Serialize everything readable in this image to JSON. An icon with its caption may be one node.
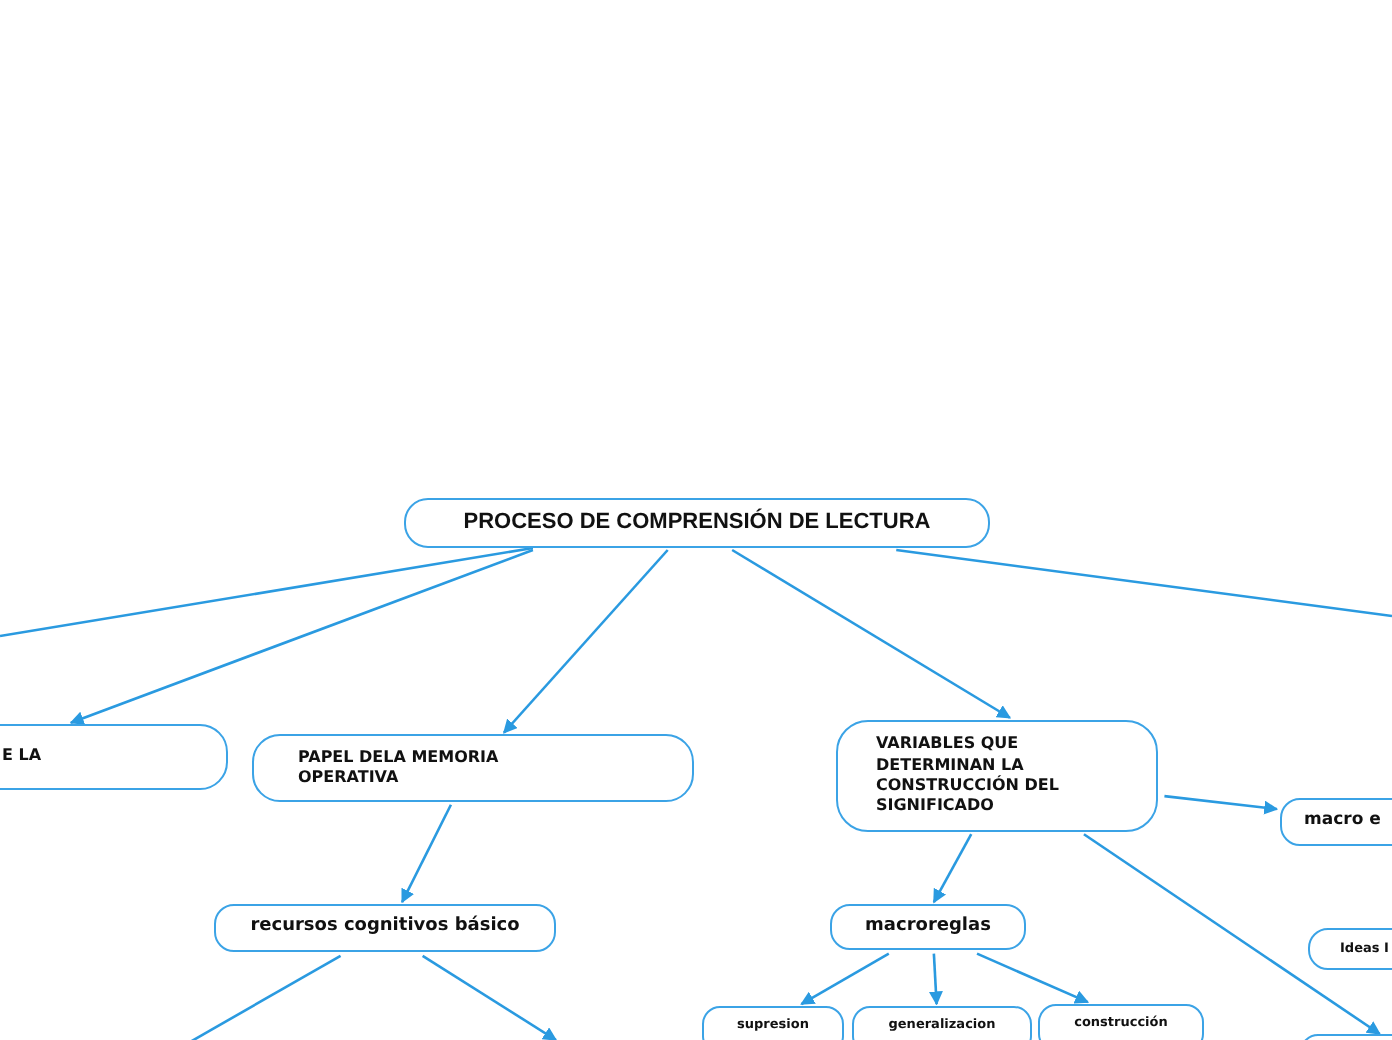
{
  "diagram": {
    "nodes": [
      {
        "text": [
          "PROCESO DE COMPRENSIÓN DE LECTURA"
        ]
      },
      {
        "text": [
          "E LA"
        ]
      },
      {
        "text": [
          "PAPEL DELA MEMORIA OPERATIVA"
        ]
      },
      {
        "text": [
          "VARIABLES QUE DETERMINAN LA CONSTRUCCIÓN DEL SIGNIFICADO"
        ]
      },
      {
        "text": [
          "macro e"
        ]
      },
      {
        "text": [
          "recursos cognitivos  básico"
        ]
      },
      {
        "text": [
          "macroreglas"
        ]
      },
      {
        "text": [
          "Ideas I"
        ]
      },
      {
        "text": [
          "supresion"
        ]
      },
      {
        "text": [
          "generalizacion"
        ]
      },
      {
        "text": [
          "construcción"
        ]
      },
      {
        "text": [],
        "shape": "box"
      }
    ],
    "edges": [
      {
        "from": 0,
        "to": null,
        "arrow": "none"
      },
      {
        "from": 0,
        "to": 1,
        "arrow": "to"
      },
      {
        "from": 0,
        "to": 2,
        "arrow": "to"
      },
      {
        "from": 0,
        "to": 3,
        "arrow": "to"
      },
      {
        "from": 0,
        "to": null,
        "arrow": "none"
      },
      {
        "from": 2,
        "to": 5,
        "arrow": "to"
      },
      {
        "from": 3,
        "to": 4,
        "arrow": "to"
      },
      {
        "from": 3,
        "to": 6,
        "arrow": "to"
      },
      {
        "from": 3,
        "to": 11,
        "arrow": "to"
      },
      {
        "from": 5,
        "to": null,
        "arrow": "none"
      },
      {
        "from": 5,
        "to": null,
        "arrow": "to"
      },
      {
        "from": 6,
        "to": 8,
        "arrow": "to"
      },
      {
        "from": 6,
        "to": 9,
        "arrow": "to"
      },
      {
        "from": 6,
        "to": 10,
        "arrow": "to"
      }
    ]
  }
}
